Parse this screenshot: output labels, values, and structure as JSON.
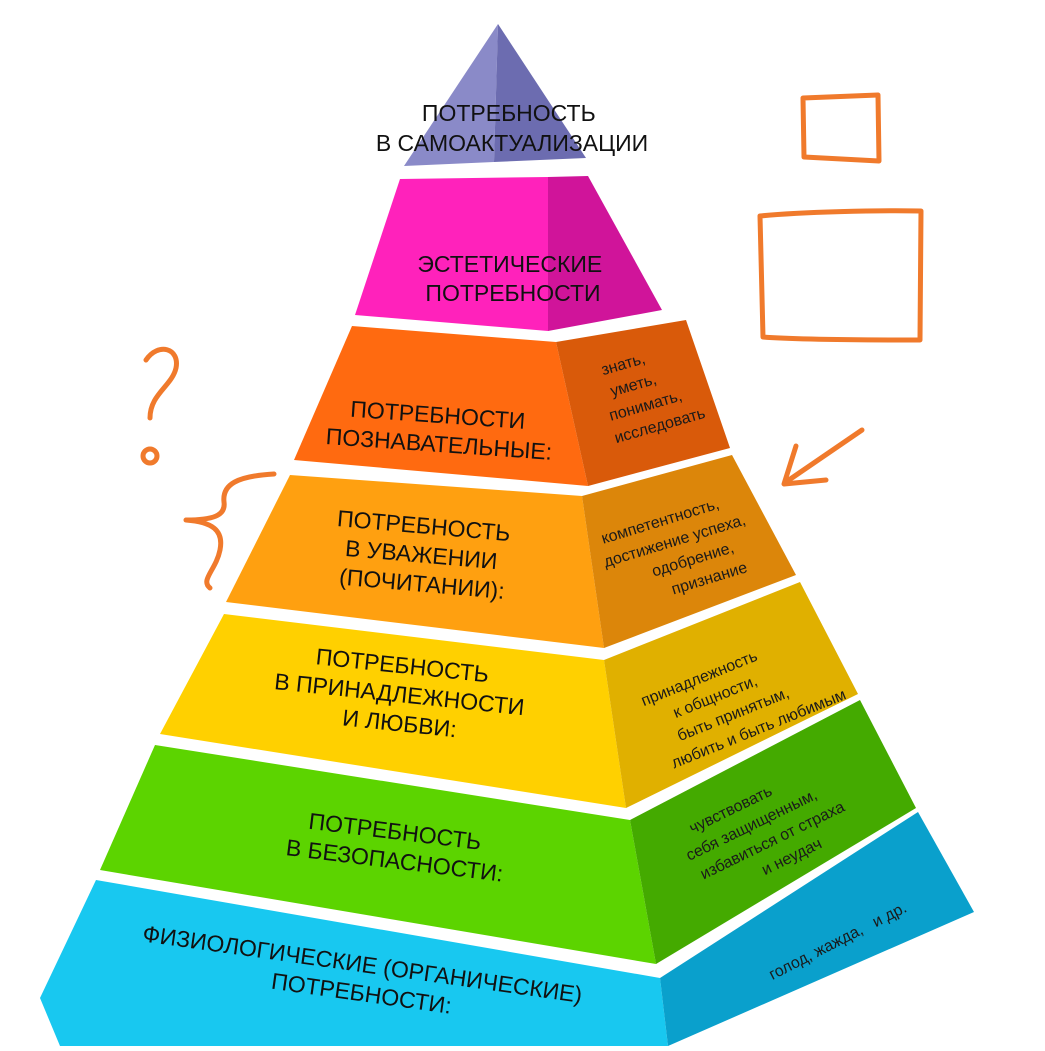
{
  "levels": [
    {
      "id": "self-actualization",
      "color_front": "#8a8ac8",
      "color_side": "#6c6cb0",
      "label_lines": [
        "ПОТРЕБНОСТЬ",
        "В САМОАКТУАЛИЗАЦИИ"
      ],
      "side_lines": []
    },
    {
      "id": "aesthetic",
      "color_front": "#ff22bb",
      "color_side": "#d0149a",
      "label_lines": [
        "ЭСТЕТИЧЕСКИЕ",
        "ПОТРЕБНОСТИ"
      ],
      "side_lines": []
    },
    {
      "id": "cognitive",
      "color_front": "#ff6a10",
      "color_side": "#d95a0a",
      "label_lines": [
        "ПОТРЕБНОСТИ",
        "ПОЗНАВАТЕЛЬНЫЕ:"
      ],
      "side_lines": [
        "знать,",
        "уметь,",
        "понимать,",
        "исследовать"
      ]
    },
    {
      "id": "esteem",
      "color_front": "#ffa010",
      "color_side": "#dc860a",
      "label_lines": [
        "ПОТРЕБНОСТЬ",
        "В УВАЖЕНИИ",
        "(ПОЧИТАНИИ):"
      ],
      "side_lines": [
        "компетентность,",
        "достижение успеха,",
        "одобрение,",
        "признание"
      ]
    },
    {
      "id": "belonging",
      "color_front": "#ffd000",
      "color_side": "#e0b000",
      "label_lines": [
        "ПОТРЕБНОСТЬ",
        "В ПРИНАДЛЕЖНОСТИ",
        "И ЛЮБВИ:"
      ],
      "side_lines": [
        "принадлежность",
        "к общности,",
        "быть принятым,",
        "любить и быть любимым"
      ]
    },
    {
      "id": "safety",
      "color_front": "#5cd400",
      "color_side": "#44aa00",
      "label_lines": [
        "ПОТРЕБНОСТЬ",
        "В БЕЗОПАСНОСТИ:"
      ],
      "side_lines": [
        "чувствовать",
        "себя защищенным,",
        "избавиться от страха",
        "и неудач"
      ]
    },
    {
      "id": "physiological",
      "color_front": "#18c8f0",
      "color_side": "#0aa0cc",
      "label_lines": [
        "ФИЗИОЛОГИЧЕСКИЕ (ОРГАНИЧЕСКИЕ)",
        "ПОТРЕБНОСТИ:"
      ],
      "side_lines": [
        "голод, жажда,",
        "и др."
      ]
    }
  ],
  "annotations": {
    "question_mark": "?",
    "ink_color": "#f07a2c"
  }
}
